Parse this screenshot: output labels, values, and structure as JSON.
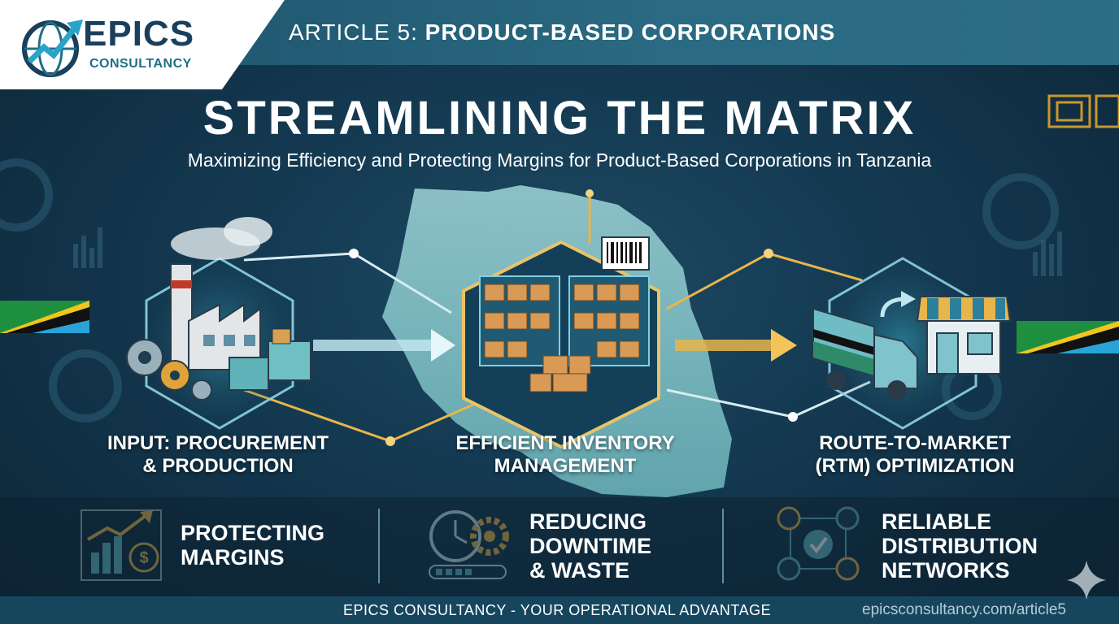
{
  "brand": {
    "name": "EPICS",
    "sub": "CONSULTANCY"
  },
  "header": {
    "article_prefix": "ARTICLE 5: ",
    "article_topic": "PRODUCT-BASED CORPORATIONS"
  },
  "hero": {
    "title": "STREAMLINING THE MATRIX",
    "subtitle": "Maximizing Efficiency and Protecting Margins for Product-Based Corporations in Tanzania"
  },
  "stages": [
    {
      "label": "INPUT: PROCUREMENT\n& PRODUCTION",
      "icon": "factory-icon"
    },
    {
      "label": "EFFICIENT INVENTORY\nMANAGEMENT",
      "icon": "warehouse-icon"
    },
    {
      "label": "ROUTE-TO-MARKET\n(RTM) OPTIMIZATION",
      "icon": "truck-store-icon"
    }
  ],
  "benefits": [
    {
      "label": "PROTECTING\nMARGINS",
      "icon": "growth-chart-dollar-icon"
    },
    {
      "label": "REDUCING\nDOWNTIME\n& WASTE",
      "icon": "clock-gear-icon"
    },
    {
      "label": "RELIABLE\nDISTRIBUTION\nNETWORKS",
      "icon": "network-people-icon"
    }
  ],
  "footer": {
    "tagline": "EPICS CONSULTANCY - YOUR OPERATIONAL ADVANTAGE",
    "url": "epicsconsultancy.com/article5"
  },
  "colors": {
    "accent_teal": "#4fc3d9",
    "accent_gold": "#e8b54a",
    "dark_bg": "#0f2a3d",
    "header_band": "#2a6a82"
  }
}
